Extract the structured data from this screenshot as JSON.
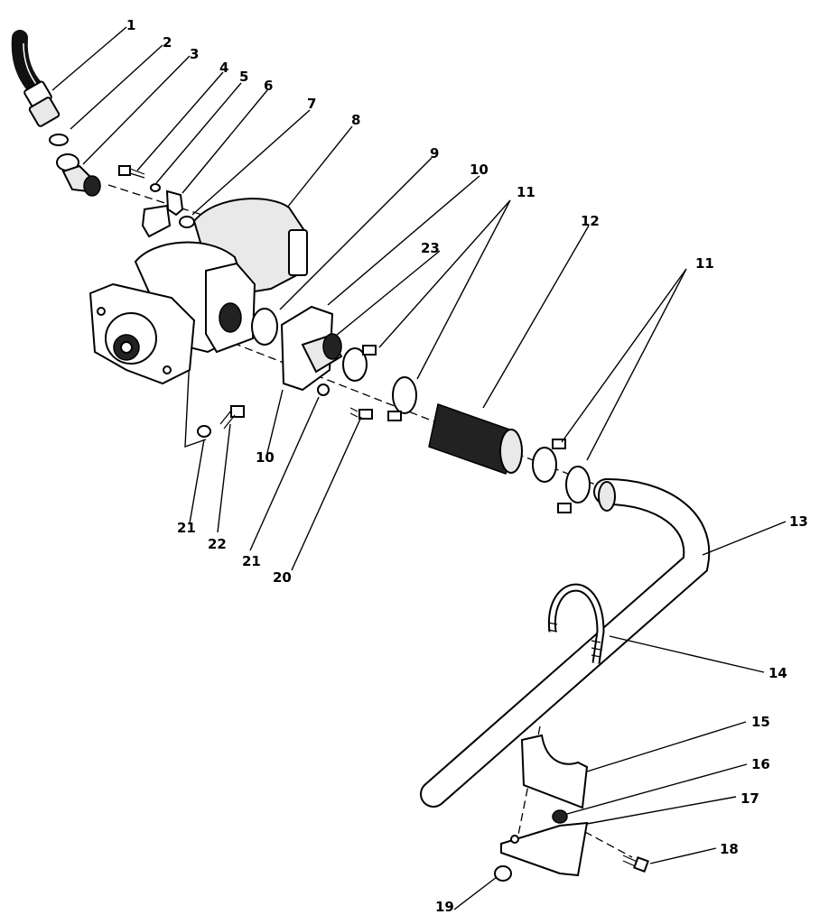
{
  "callouts": {
    "c1": "1",
    "c2": "2",
    "c3": "3",
    "c4": "4",
    "c5": "5",
    "c6": "6",
    "c7": "7",
    "c8": "8",
    "c9": "9",
    "c10a": "10",
    "c10b": "10",
    "c11a": "11",
    "c11b": "11",
    "c12": "12",
    "c13": "13",
    "c14": "14",
    "c15": "15",
    "c16": "16",
    "c17": "17",
    "c18": "18",
    "c19": "19",
    "c20": "20",
    "c21a": "21",
    "c21b": "21",
    "c22": "22",
    "c23": "23"
  }
}
